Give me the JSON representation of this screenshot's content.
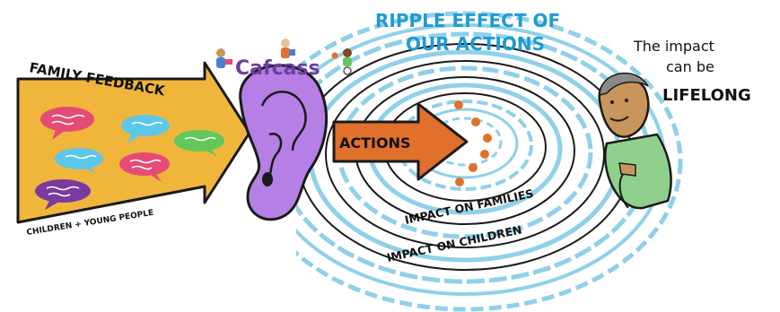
{
  "left": {
    "title": "FAMILY FEEDBACK",
    "caption": "CHILDREN + YOUNG PEOPLE"
  },
  "logo": {
    "text": "Cafcass"
  },
  "arrow": {
    "label": "ACTIONS"
  },
  "ripple": {
    "title_line1": "RIPPLE EFFECT OF",
    "title_line2": "OUR ACTIONS",
    "inner_label": "IMPACT ON FAMILIES",
    "outer_label": "IMPACT ON CHILDREN"
  },
  "impact_note": {
    "line1": "The impact",
    "line2": "can be",
    "line3": "LIFELONG"
  },
  "colors": {
    "feedback_arrow": "#f0b63c",
    "ear": "#b57fe6",
    "actions_arrow": "#e0702c",
    "ripple_blue": "#8fd0ea",
    "ripple_dark": "#1a1a1a",
    "logo_purple": "#6b3fa0",
    "person_green": "#8fd08c",
    "person_skin": "#c8955a"
  },
  "bubbles": [
    {
      "color": "#e64b75"
    },
    {
      "color": "#5cc7ea"
    },
    {
      "color": "#62c85a"
    },
    {
      "color": "#5cc7ea"
    },
    {
      "color": "#e64b75"
    },
    {
      "color": "#7b3b9e"
    }
  ]
}
